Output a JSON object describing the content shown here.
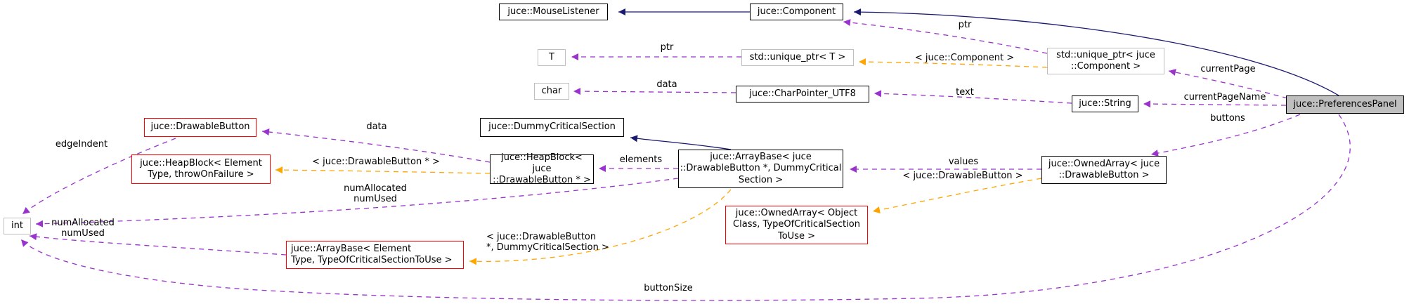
{
  "diagram": {
    "subject": "juce::PreferencesPanel",
    "type": "collaboration-graph",
    "colors": {
      "inheritance_edge": "#191970",
      "member_edge": "#9a32cd",
      "template_edge": "#ffa500",
      "internal_node_border": "#000000",
      "external_node_border": "#bfbfbf",
      "truncated_node_border": "#ff0000",
      "subject_node_fill": "#bfbfbf",
      "background": "#ffffff"
    },
    "nodes": [
      {
        "id": "mouse-listener",
        "label": "juce::MouseListener",
        "kind": "internal"
      },
      {
        "id": "component",
        "label": "juce::Component",
        "kind": "internal"
      },
      {
        "id": "t",
        "label": "T",
        "kind": "external"
      },
      {
        "id": "unique-ptr-t",
        "label": "std::unique_ptr< T >",
        "kind": "external"
      },
      {
        "id": "unique-ptr-component",
        "label": "std::unique_ptr< juce\n::Component >",
        "kind": "external"
      },
      {
        "id": "char",
        "label": "char",
        "kind": "external"
      },
      {
        "id": "charpointer-utf8",
        "label": "juce::CharPointer_UTF8",
        "kind": "internal"
      },
      {
        "id": "string",
        "label": "juce::String",
        "kind": "internal"
      },
      {
        "id": "preferences-panel",
        "label": "juce::PreferencesPanel",
        "kind": "subject"
      },
      {
        "id": "drawable-button",
        "label": "juce::DrawableButton",
        "kind": "truncated"
      },
      {
        "id": "dummy-critical-section",
        "label": "juce::DummyCriticalSection",
        "kind": "internal"
      },
      {
        "id": "heapblock-elementtype",
        "label": "juce::HeapBlock< Element\nType, throwOnFailure >",
        "kind": "truncated"
      },
      {
        "id": "heapblock-drawablebutton",
        "label": "juce::HeapBlock< juce\n::DrawableButton * >",
        "kind": "internal"
      },
      {
        "id": "arraybase-drawablebutton",
        "label": "juce::ArrayBase< juce\n::DrawableButton *, DummyCritical\nSection >",
        "kind": "internal"
      },
      {
        "id": "ownedarray-drawablebutton",
        "label": "juce::OwnedArray< juce\n::DrawableButton >",
        "kind": "internal"
      },
      {
        "id": "int",
        "label": "int",
        "kind": "external"
      },
      {
        "id": "ownedarray-objectclass",
        "label": "juce::OwnedArray< Object\nClass, TypeOfCriticalSection\nToUse >",
        "kind": "truncated"
      },
      {
        "id": "arraybase-elementtype",
        "label": "juce::ArrayBase< Element\nType, TypeOfCriticalSectionToUse >",
        "kind": "truncated"
      }
    ],
    "edge_labels": [
      {
        "text": "ptr"
      },
      {
        "text": "ptr"
      },
      {
        "text": "< juce::Component >"
      },
      {
        "text": "data"
      },
      {
        "text": "text"
      },
      {
        "text": "currentPage"
      },
      {
        "text": "currentPageName"
      },
      {
        "text": "buttons"
      },
      {
        "text": "data"
      },
      {
        "text": "elements"
      },
      {
        "text": "values"
      },
      {
        "text": "< juce::DrawableButton * >"
      },
      {
        "text": "numAllocated\nnumUsed"
      },
      {
        "text": "< juce::DrawableButton >"
      },
      {
        "text": "edgeIndent"
      },
      {
        "text": "numAllocated\nnumUsed"
      },
      {
        "text": "< juce::DrawableButton\n*, DummyCriticalSection >"
      },
      {
        "text": "buttonSize"
      }
    ]
  }
}
